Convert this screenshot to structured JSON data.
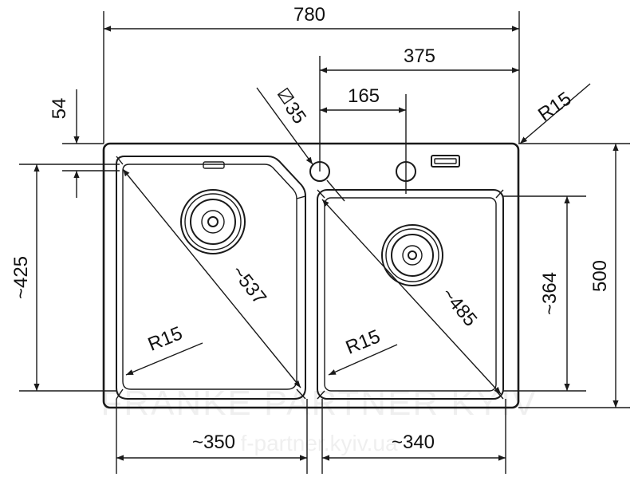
{
  "dimensions": {
    "overall_width": "780",
    "right_offset": "375",
    "tap_spacing": "165",
    "tap_hole": "35",
    "corner_radius_top": "R15",
    "top_margin": "54",
    "left_bowl_depth": "~425",
    "right_bowl_depth": "~364",
    "overall_height": "500",
    "left_diagonal": "~537",
    "right_diagonal": "~485",
    "left_inner_radius": "R15",
    "right_inner_radius": "R15",
    "left_bowl_width": "~350",
    "right_bowl_width": "~340"
  },
  "watermark": {
    "brand": "FRANKE PARTNER KYIV",
    "site": "f-partner.kyiv.ua"
  }
}
